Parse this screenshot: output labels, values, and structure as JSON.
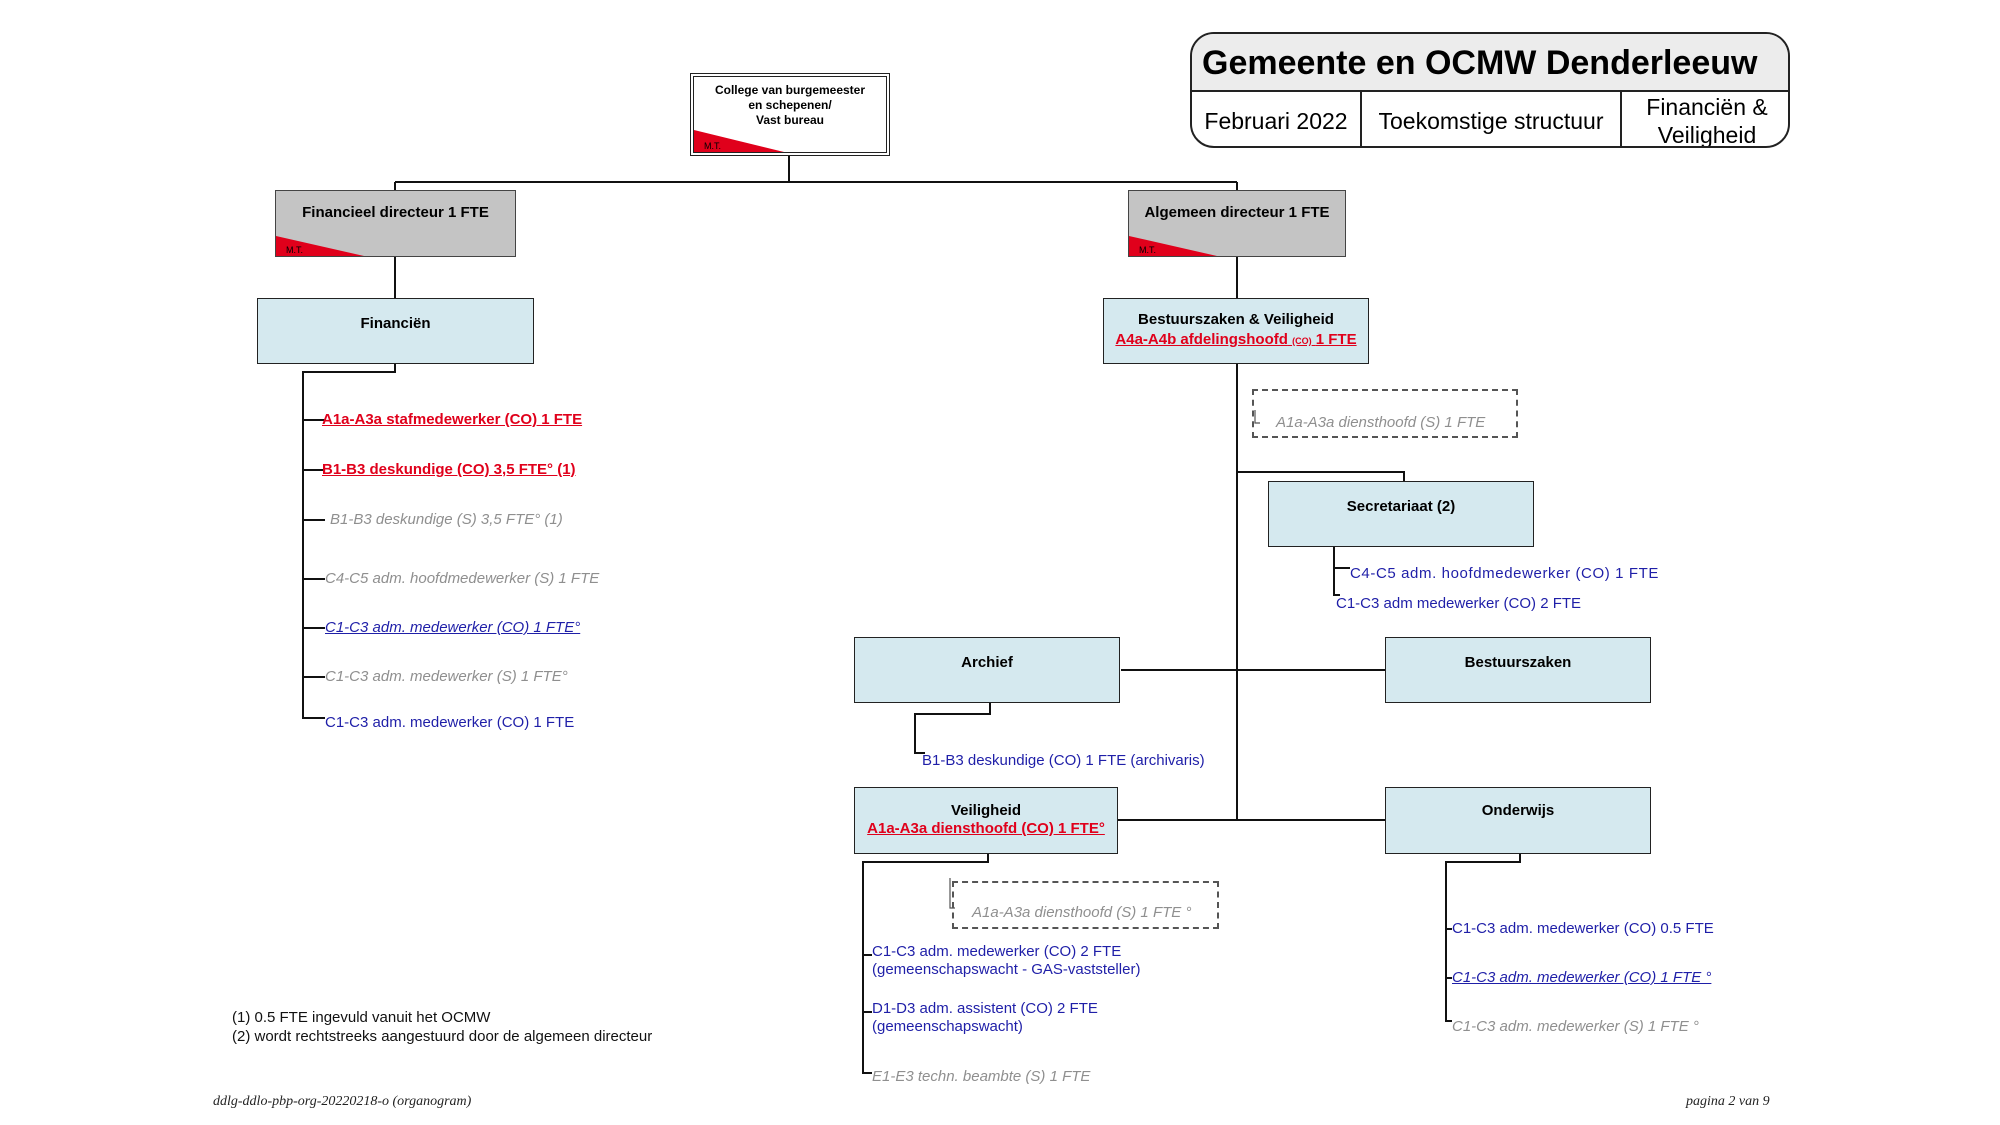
{
  "header": {
    "title": "Gemeente en OCMW Denderleeuw",
    "date": "Februari 2022",
    "structure": "Toekomstige structuur",
    "dept_line1": "Financiën &",
    "dept_line2": "Veiligheid"
  },
  "top": {
    "line1": "College van burgemeester",
    "line2": "en schepenen/",
    "line3": "Vast bureau",
    "badge": "M.T."
  },
  "fin_dir": {
    "label": "Financieel directeur 1 FTE",
    "badge": "M.T."
  },
  "alg_dir": {
    "label": "Algemeen directeur 1 FTE",
    "badge": "M.T."
  },
  "financien": {
    "title": "Financiën",
    "items": [
      "A1a-A3a stafmedewerker (CO) 1 FTE",
      " B1-B3 deskundige (CO) 3,5 FTE° (1)",
      "B1-B3 deskundige (S) 3,5 FTE° (1)",
      "C4-C5 adm. hoofdmedewerker (S) 1 FTE",
      "C1-C3 adm. medewerker (CO) 1 FTE°",
      "C1-C3 adm. medewerker (S) 1 FTE°",
      "C1-C3 adm. medewerker (CO) 1 FTE"
    ]
  },
  "bestuur_veil": {
    "title": "Bestuurszaken & Veiligheid",
    "sub_a": "A4a-A4b afdelingshoofd",
    "sub_small": "(CO)",
    "sub_b": "1 FTE",
    "vacant": "A1a-A3a diensthoofd (S) 1 FTE"
  },
  "secretariaat": {
    "title": "Secretariaat (2)",
    "items": [
      "C4-C5 adm. hoofdmedewerker (CO) 1 FTE",
      "C1-C3 adm medewerker (CO) 2 FTE"
    ]
  },
  "archief": {
    "title": "Archief",
    "item": "B1-B3 deskundige (CO) 1 FTE (archivaris)"
  },
  "bestuurszaken": {
    "title": "Bestuurszaken"
  },
  "veiligheid": {
    "title": "Veiligheid",
    "sub": "A1a-A3a diensthoofd (CO) 1 FTE°",
    "vacant": "A1a-A3a diensthoofd (S) 1 FTE °",
    "item1_l1": "C1-C3 adm. medewerker (CO) 2 FTE",
    "item1_l2": "(gemeenschapswacht - GAS-vaststeller)",
    "item2_l1": "D1-D3 adm. assistent (CO) 2 FTE",
    "item2_l2": "(gemeenschapswacht)",
    "item3": "E1-E3 techn. beambte (S) 1 FTE"
  },
  "onderwijs": {
    "title": "Onderwijs",
    "items": [
      "C1-C3 adm. medewerker (CO) 0.5 FTE",
      "C1-C3 adm. medewerker (CO) 1 FTE °",
      "C1-C3 adm. medewerker (S) 1 FTE °"
    ]
  },
  "notes": {
    "n1": "(1) 0.5 FTE ingevuld vanuit het OCMW",
    "n2": "(2) wordt rechtstreeks aangestuurd door de algemeen directeur"
  },
  "footer": {
    "left": "ddlg-ddlo-pbp-org-20220218-o (organogram)",
    "right": "pagina 2 van 9"
  },
  "colors": {
    "box": "#d5e9ef",
    "red": "#e0001b",
    "blue": "#1f1fa8",
    "grey": "#8f8f8f"
  }
}
